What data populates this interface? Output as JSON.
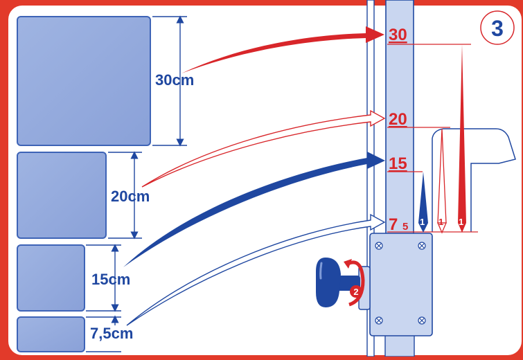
{
  "step": {
    "number": "3"
  },
  "sizes": [
    {
      "label": "30cm",
      "scale_value": "30"
    },
    {
      "label": "20cm",
      "scale_value": "20"
    },
    {
      "label": "15cm",
      "scale_value": "15"
    },
    {
      "label": "7,5cm",
      "scale_value": "7",
      "scale_sub": "5"
    }
  ],
  "height_markers": [
    {
      "text": "1",
      "color": "#1f47a0"
    },
    {
      "text": "1",
      "color": "#d8262a"
    },
    {
      "text": "1",
      "color": "#d8262a"
    }
  ],
  "knob": {
    "turn_label": "2"
  },
  "colors": {
    "frame": "#e23a2a",
    "panel": "#ffffff",
    "square_fill": "#93a9dd",
    "square_edge": "#3d63b6",
    "blue": "#1f47a0",
    "red": "#d8262a",
    "column": "#c9d6f0"
  },
  "icons": [
    "screw-icon",
    "knob-icon",
    "rotate-arrow-icon"
  ]
}
